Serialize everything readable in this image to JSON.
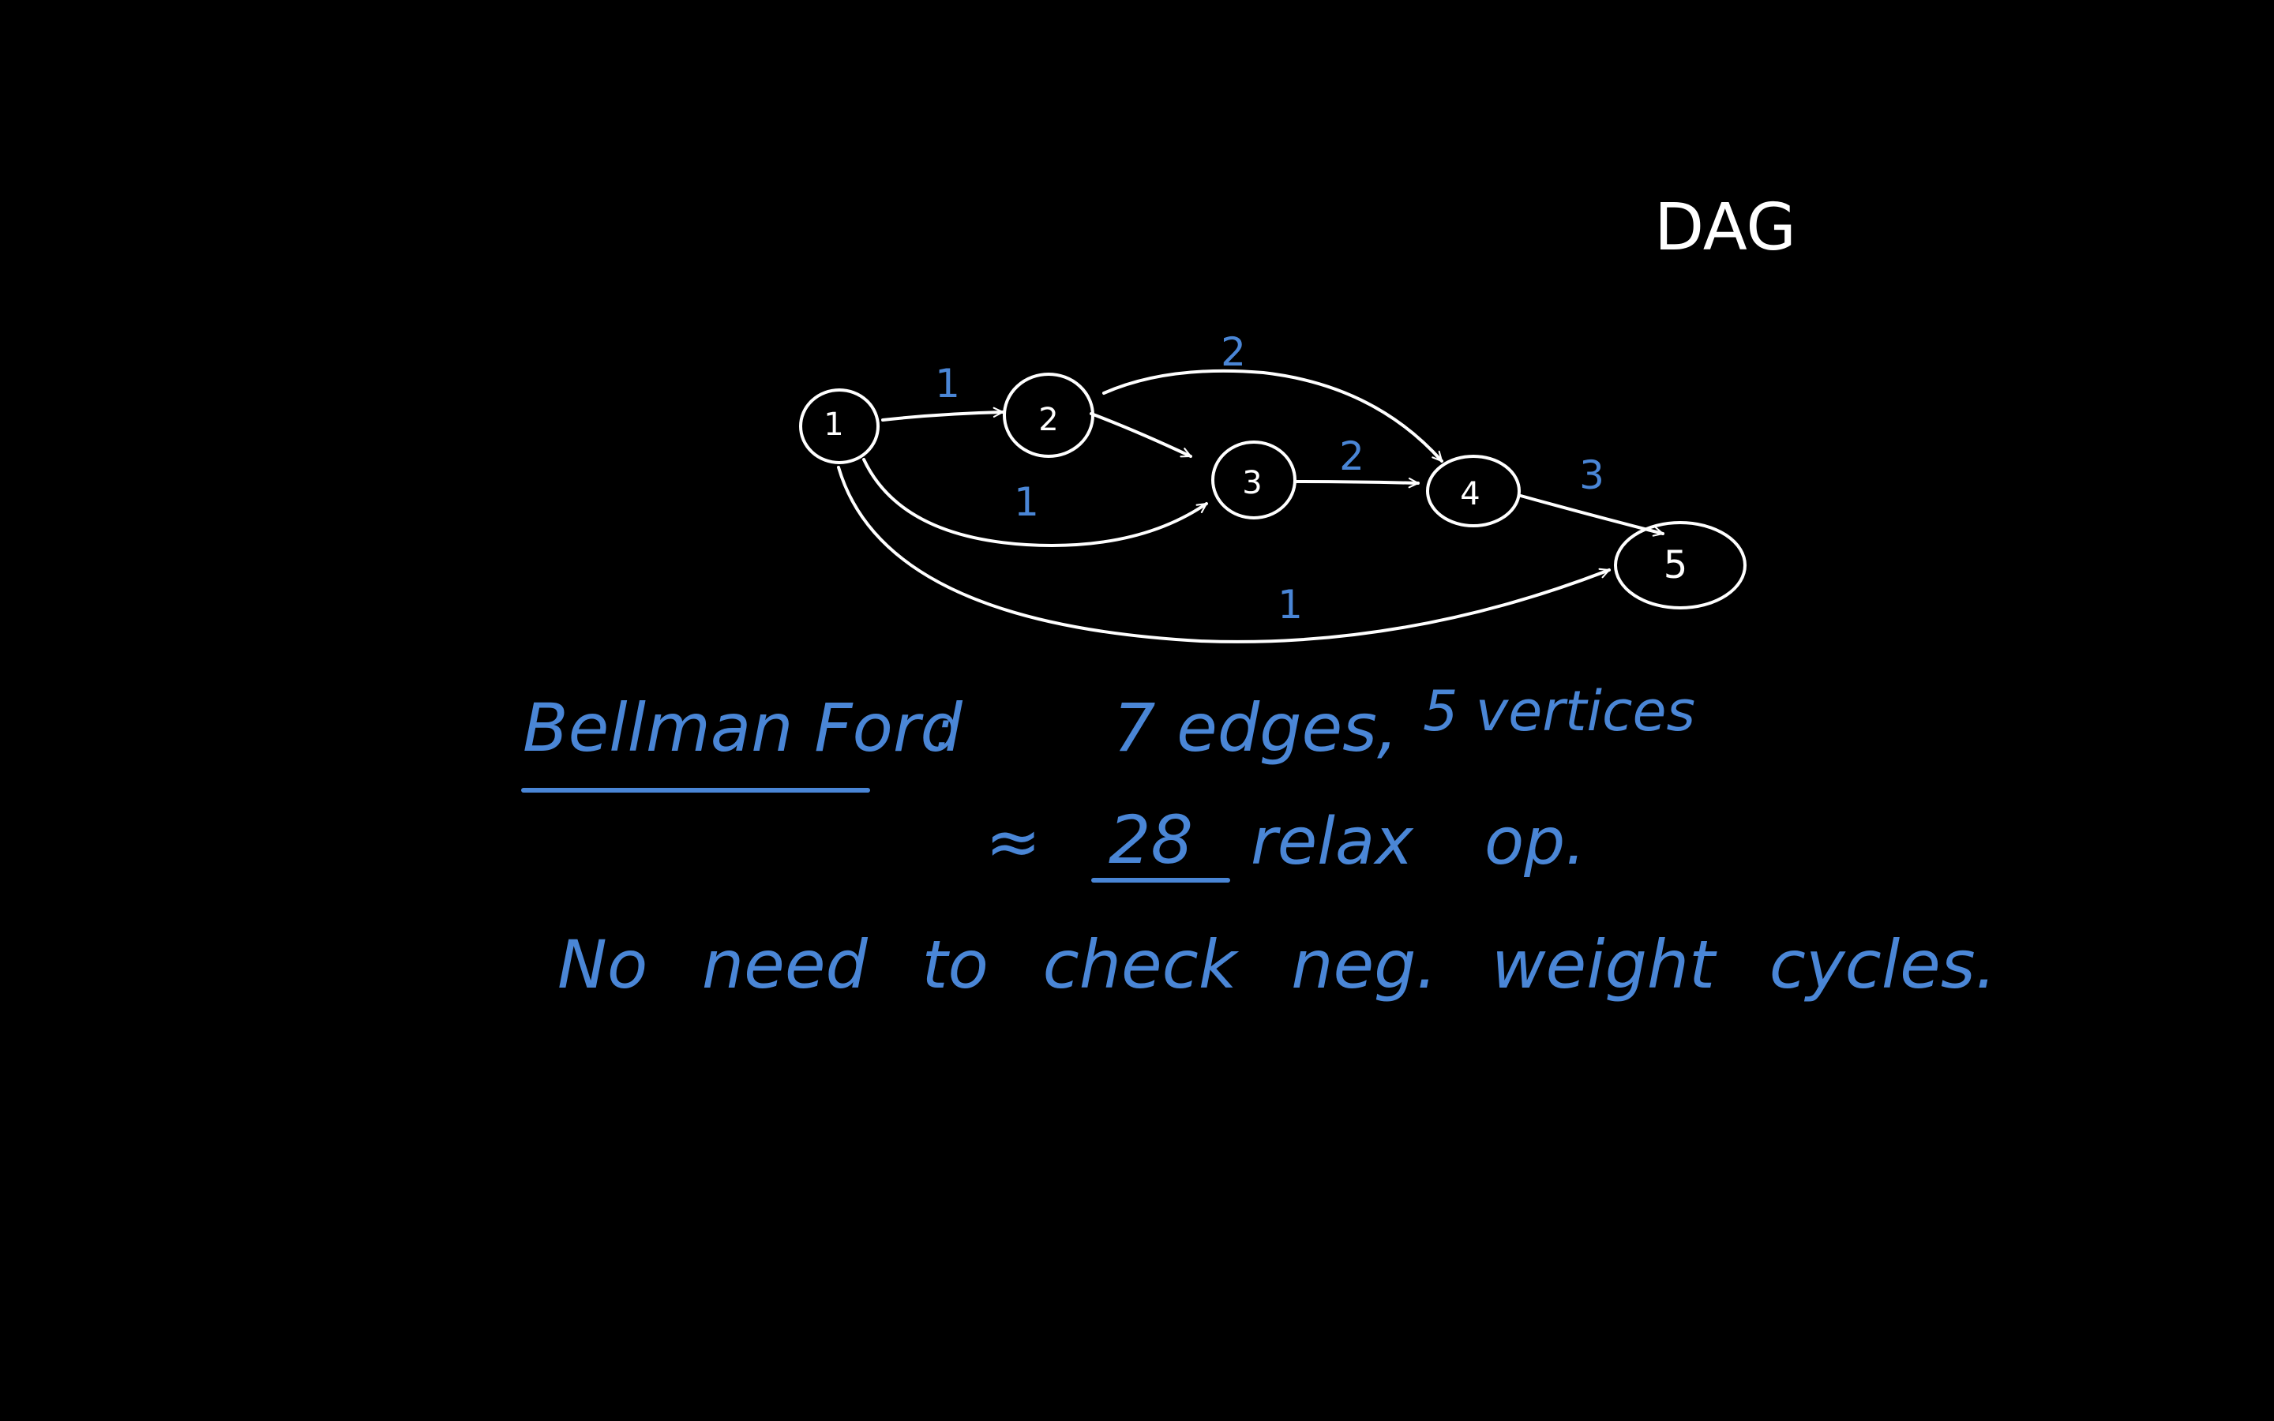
{
  "title": "DAG",
  "colors": {
    "background": "#000000",
    "chalk_white": "#ffffff",
    "chalk_blue": "#4a86d6"
  },
  "graph": {
    "nodes": [
      {
        "id": "1",
        "label": "1"
      },
      {
        "id": "2",
        "label": "2"
      },
      {
        "id": "3",
        "label": "3"
      },
      {
        "id": "4",
        "label": "4"
      },
      {
        "id": "5",
        "label": "5"
      }
    ],
    "edges": [
      {
        "from": "1",
        "to": "2",
        "weight": "1"
      },
      {
        "from": "1",
        "to": "3",
        "weight": "1"
      },
      {
        "from": "1",
        "to": "5",
        "weight": "1"
      },
      {
        "from": "2",
        "to": "3",
        "weight": ""
      },
      {
        "from": "2",
        "to": "4",
        "weight": "2"
      },
      {
        "from": "3",
        "to": "4",
        "weight": "2"
      },
      {
        "from": "4",
        "to": "5",
        "weight": "3"
      }
    ]
  },
  "notes": {
    "bellman_ford": "Bellman Ford",
    "colon": ":",
    "edges_count": "7 edges,",
    "vertices_count": "5 vertices",
    "approx": "≈",
    "relax_count": "28",
    "relax_text": "relax",
    "relax_op": "op.",
    "no_need": "No need to check neg. weight cycles."
  }
}
